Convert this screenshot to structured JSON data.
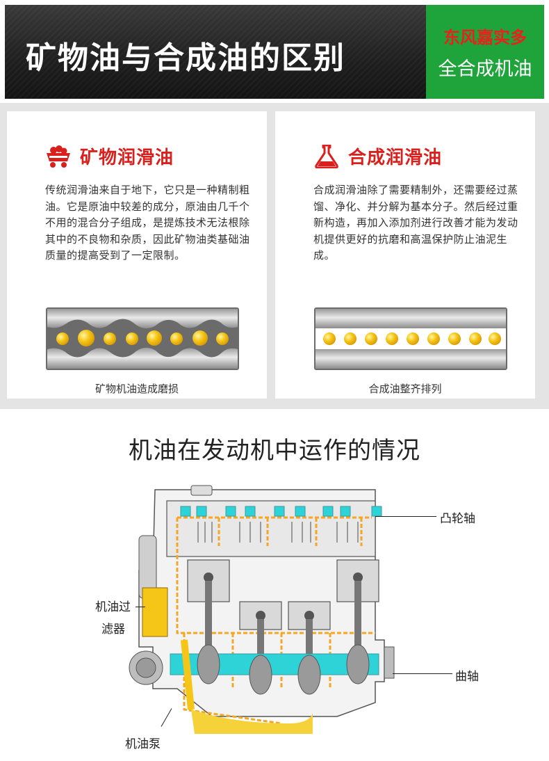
{
  "header": {
    "title": "矿物油与合成油的区别",
    "brand": "东风嘉实多",
    "brand_sub": "全合成机油"
  },
  "mineral": {
    "icon": "mine-cart-icon",
    "title": "矿物润滑油",
    "body": "传统润滑油来自于地下，它只是一种精制粗油。它是原油中较差的成分，原油由几千个不用的混合分子组成，是提炼技术无法根除其中的不良物和杂质，因此矿物油类基础油质量的提高受到了一定限制。",
    "caption": "矿物机油造成磨损"
  },
  "synthetic": {
    "icon": "flask-icon",
    "title": "合成润滑油",
    "body": "合成润滑油除了需要精制外，还需要经过蒸馏、净化、并分解为基本分子。然后经过重新构造，再加入添加剂进行改善才能为发动机提供更好的抗磨和高温保护防止油泥生成。",
    "caption": "合成油整齐排列"
  },
  "engine_section": {
    "title": "机油在发动机中运作的情况",
    "labels": {
      "camshaft": "凸轮轴",
      "filter_line1": "机油过",
      "filter_line2": "滤器",
      "crankshaft": "曲轴",
      "pump": "机油泵"
    }
  },
  "colors": {
    "accent_red": "#d9201c",
    "brand_green": "#1fa33b",
    "oil_yellow": "#f5c518",
    "cyan": "#2ed3d8"
  }
}
